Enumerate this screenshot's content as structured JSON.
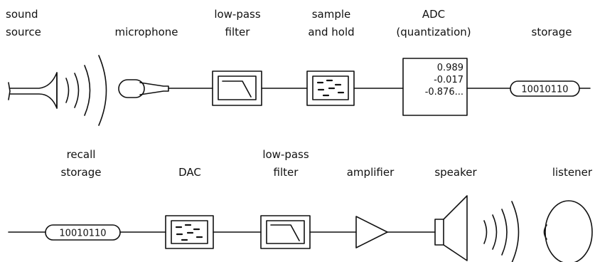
{
  "top_row": {
    "sound_source": [
      "sound",
      "source"
    ],
    "microphone": "microphone",
    "low_pass_filter": [
      "low-pass",
      "filter"
    ],
    "sample_and_hold": [
      "sample",
      "and hold"
    ],
    "adc": [
      "ADC",
      "(quantization)"
    ],
    "storage": "storage",
    "adc_values": [
      "0.989",
      "-0.017",
      "-0.876..."
    ],
    "storage_bits": "10010110"
  },
  "bottom_row": {
    "recall_storage": [
      "recall",
      "storage"
    ],
    "dac": "DAC",
    "low_pass_filter": [
      "low-pass",
      "filter"
    ],
    "amplifier": "amplifier",
    "speaker": "speaker",
    "listener": "listener",
    "recall_bits": "10010110"
  }
}
